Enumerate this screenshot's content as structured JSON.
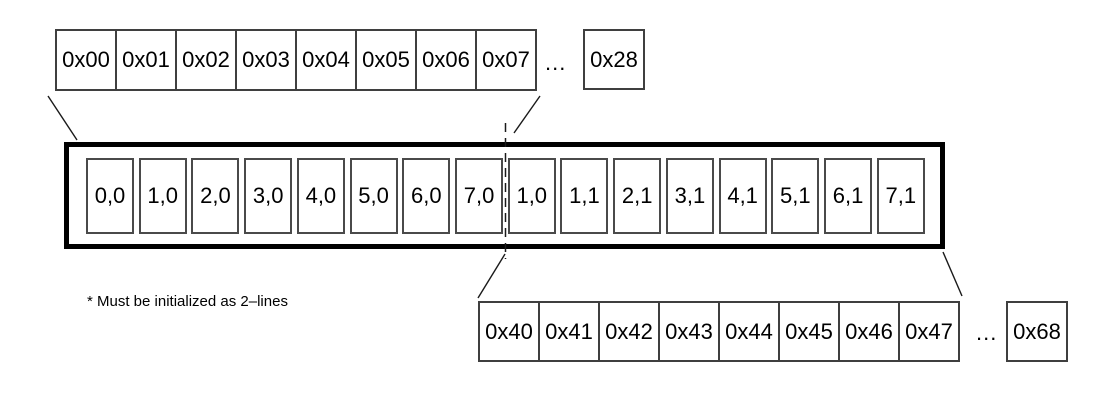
{
  "top_row": {
    "cells": [
      "0x00",
      "0x01",
      "0x02",
      "0x03",
      "0x04",
      "0x05",
      "0x06",
      "0x07"
    ],
    "ellipsis": "...",
    "tail_cell": "0x28"
  },
  "main_box": {
    "cells": [
      "0,0",
      "1,0",
      "2,0",
      "3,0",
      "4,0",
      "5,0",
      "6,0",
      "7,0",
      "1,0",
      "1,1",
      "2,1",
      "3,1",
      "4,1",
      "5,1",
      "6,1",
      "7,1"
    ]
  },
  "bottom_row": {
    "cells": [
      "0x40",
      "0x41",
      "0x42",
      "0x43",
      "0x44",
      "0x45",
      "0x46",
      "0x47"
    ],
    "ellipsis": "...",
    "tail_cell": "0x68"
  },
  "note": "* Must be initialized as 2–lines",
  "colors": {
    "line": "#1a1a1a",
    "cell_border": "#4a4a4a",
    "row_border": "#3f3f3f",
    "box_border": "#000000",
    "background": "#ffffff"
  }
}
